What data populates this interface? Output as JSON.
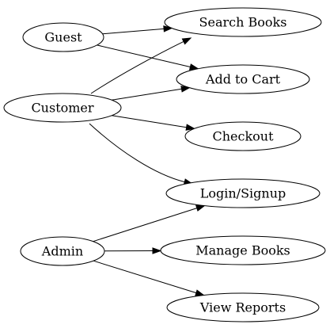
{
  "diagram": {
    "type": "directed-graph",
    "nodes": [
      {
        "id": "guest",
        "label": "Guest"
      },
      {
        "id": "customer",
        "label": "Customer"
      },
      {
        "id": "admin",
        "label": "Admin"
      },
      {
        "id": "search",
        "label": "Search Books"
      },
      {
        "id": "cart",
        "label": "Add to Cart"
      },
      {
        "id": "checkout",
        "label": "Checkout"
      },
      {
        "id": "login",
        "label": "Login/Signup"
      },
      {
        "id": "manage",
        "label": "Manage Books"
      },
      {
        "id": "reports",
        "label": "View Reports"
      }
    ],
    "edges": [
      {
        "from": "guest",
        "to": "search"
      },
      {
        "from": "guest",
        "to": "cart"
      },
      {
        "from": "customer",
        "to": "search"
      },
      {
        "from": "customer",
        "to": "cart"
      },
      {
        "from": "customer",
        "to": "checkout"
      },
      {
        "from": "customer",
        "to": "login"
      },
      {
        "from": "admin",
        "to": "login"
      },
      {
        "from": "admin",
        "to": "manage"
      },
      {
        "from": "admin",
        "to": "reports"
      }
    ]
  }
}
